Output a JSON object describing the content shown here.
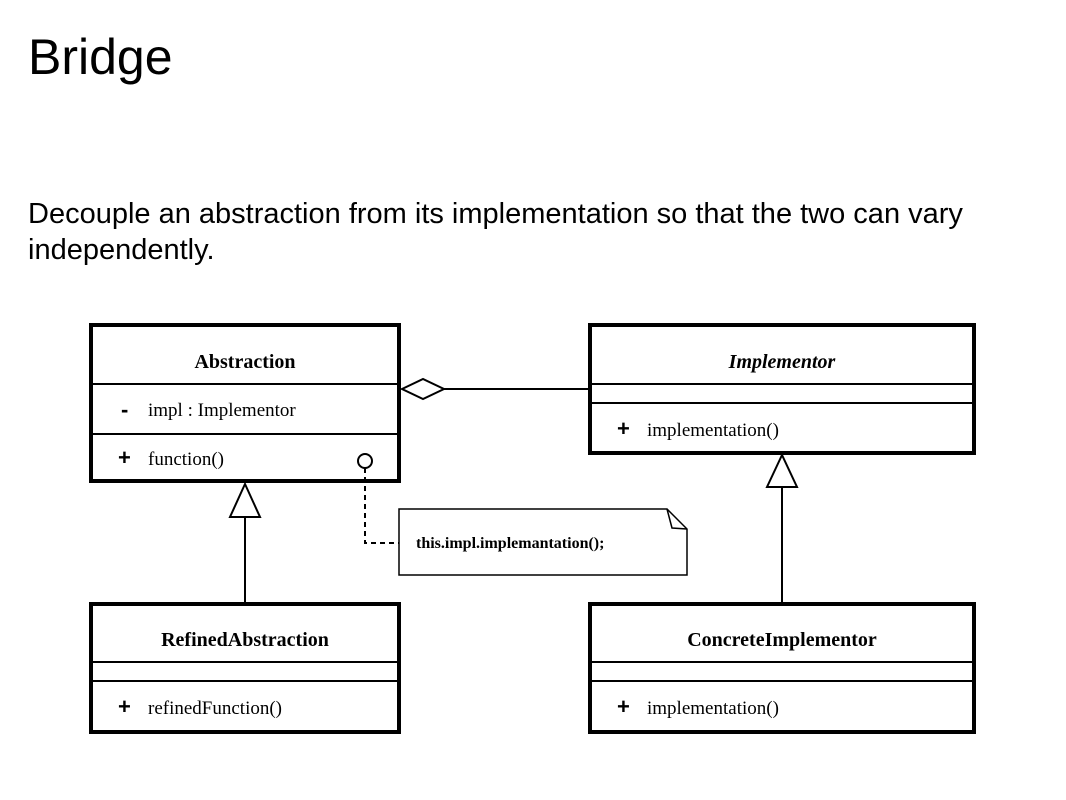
{
  "slide": {
    "title": "Bridge",
    "description": "Decouple an abstraction from its implementation so that the two can vary independently."
  },
  "diagram": {
    "classes": {
      "abstraction": {
        "name": "Abstraction",
        "attribute_visibility": "-",
        "attribute": "impl : Implementor",
        "operation_visibility": "+",
        "operation": "function()"
      },
      "implementor": {
        "name": "Implementor",
        "abstract": true,
        "operation_visibility": "+",
        "operation": "implementation()"
      },
      "refined_abstraction": {
        "name": "RefinedAbstraction",
        "operation_visibility": "+",
        "operation": "refinedFunction()"
      },
      "concrete_implementor": {
        "name": "ConcreteImplementor",
        "operation_visibility": "+",
        "operation": "implementation()"
      }
    },
    "note": {
      "text": "this.impl.implemantation();"
    },
    "relationships": [
      {
        "type": "aggregation",
        "from": "Abstraction",
        "to": "Implementor"
      },
      {
        "type": "generalization",
        "from": "RefinedAbstraction",
        "to": "Abstraction"
      },
      {
        "type": "generalization",
        "from": "ConcreteImplementor",
        "to": "Implementor"
      },
      {
        "type": "note-anchor",
        "from": "note",
        "to": "Abstraction.function()"
      }
    ],
    "colors": {
      "stroke": "#000000",
      "fill": "#ffffff"
    }
  }
}
